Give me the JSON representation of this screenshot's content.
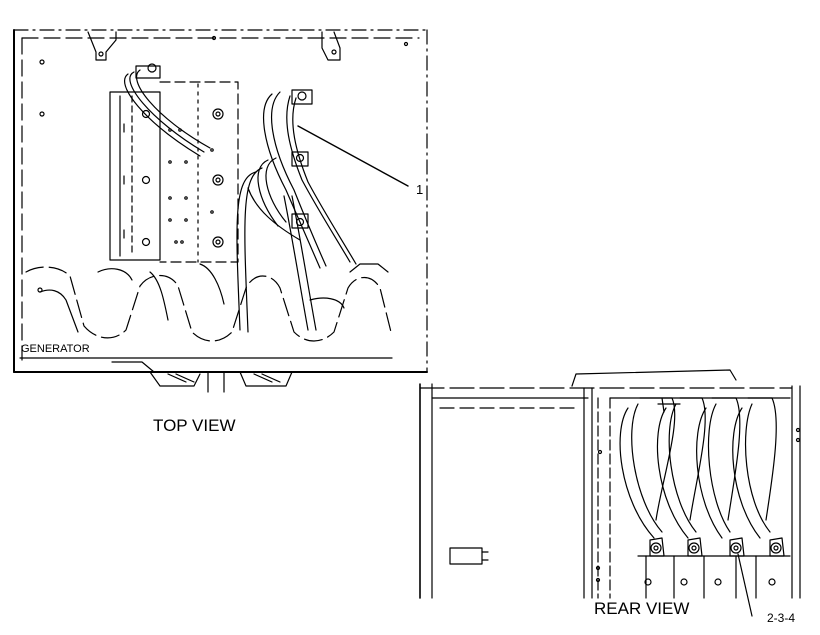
{
  "labels": {
    "generator": "GENERATOR",
    "top_view": "TOP VIEW",
    "rear_view": "REAR VIEW",
    "callout": "1",
    "figure_id": "2-3-4"
  },
  "colors": {
    "line": "#000000",
    "background": "#ffffff"
  }
}
